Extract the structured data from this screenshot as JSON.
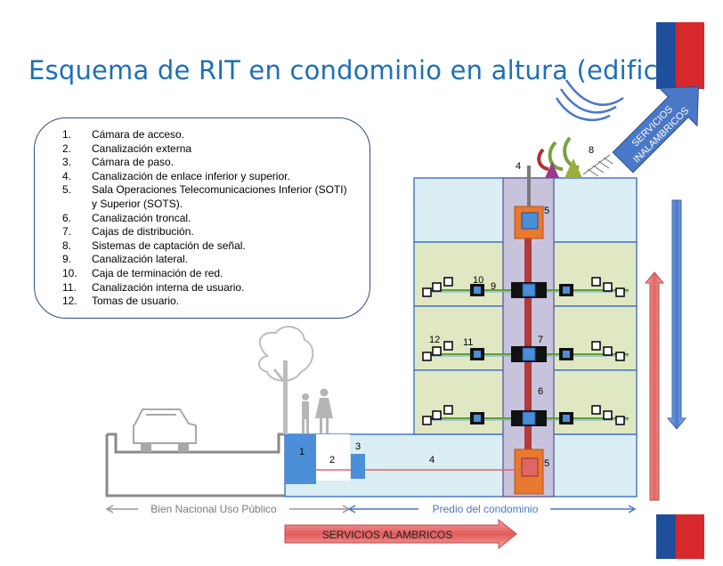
{
  "title": "Esquema de RIT en condominio en altura (edificio).",
  "legend": [
    {
      "num": "1.",
      "text": "Cámara de acceso."
    },
    {
      "num": "2.",
      "text": "Canalización externa"
    },
    {
      "num": "3.",
      "text": "Cámara de paso."
    },
    {
      "num": "4.",
      "text": "Canalización de enlace inferior y superior."
    },
    {
      "num": "5.",
      "text": "Sala Operaciones Telecomunicaciones Inferior (SOTI)"
    },
    {
      "num": "",
      "text": "y Superior (SOTS)."
    },
    {
      "num": "6.",
      "text": "Canalización troncal."
    },
    {
      "num": "7.",
      "text": "Cajas de distribución."
    },
    {
      "num": "8.",
      "text": "Sistemas de captación de señal."
    },
    {
      "num": "9.",
      "text": "Canalización lateral."
    },
    {
      "num": "10.",
      "text": "Caja de terminación de red."
    },
    {
      "num": "11.",
      "text": "Canalización interna de usuario."
    },
    {
      "num": "12.",
      "text": "Tomas de usuario."
    }
  ],
  "labels": {
    "n1": "1",
    "n2": "2",
    "n3": "3",
    "n4_bottom": "4",
    "n4_top": "4",
    "n5_top": "5",
    "n5_bottom": "5",
    "n6": "6",
    "n7": "7",
    "n8": "8",
    "n9": "9",
    "n10": "10",
    "n11": "11",
    "n12": "12"
  },
  "zones": {
    "public": "Bien Nacional Uso Público",
    "private": "Predio del condominio"
  },
  "arrows": {
    "wired": "SERVICIOS ALAMBRICOS",
    "wireless_line1": "SERVICIOS",
    "wireless_line2": "INALAMBRICOS"
  },
  "colors": {
    "title": "#1f6fb8",
    "floor_green": "#dfe8c2",
    "floor_blue": "#daeef3",
    "shaft": "#c7c3dc",
    "soti": "#e8792e",
    "box_blue": "#4a8fd8",
    "wired_arrow": "#e06666",
    "wireless_arrow": "#4a78c8",
    "brand_blue": "#1f4e9c",
    "brand_red": "#d7292c"
  }
}
